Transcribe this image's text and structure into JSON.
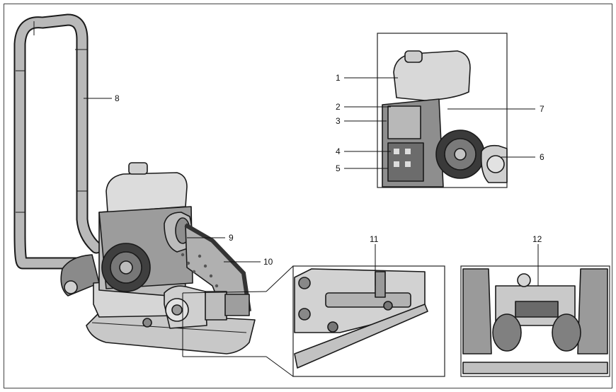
{
  "callouts": {
    "c1": "1",
    "c2": "2",
    "c3": "3",
    "c4": "4",
    "c5": "5",
    "c6": "6",
    "c7": "7",
    "c8": "8",
    "c9": "9",
    "c10": "10",
    "c11": "11",
    "c12": "12"
  },
  "colors": {
    "outline": "#1a1a1a",
    "body_light": "#d9d9d9",
    "body_mid": "#b3b3b3",
    "body_dark": "#6e6e6e",
    "plate": "#c8c8c8"
  }
}
